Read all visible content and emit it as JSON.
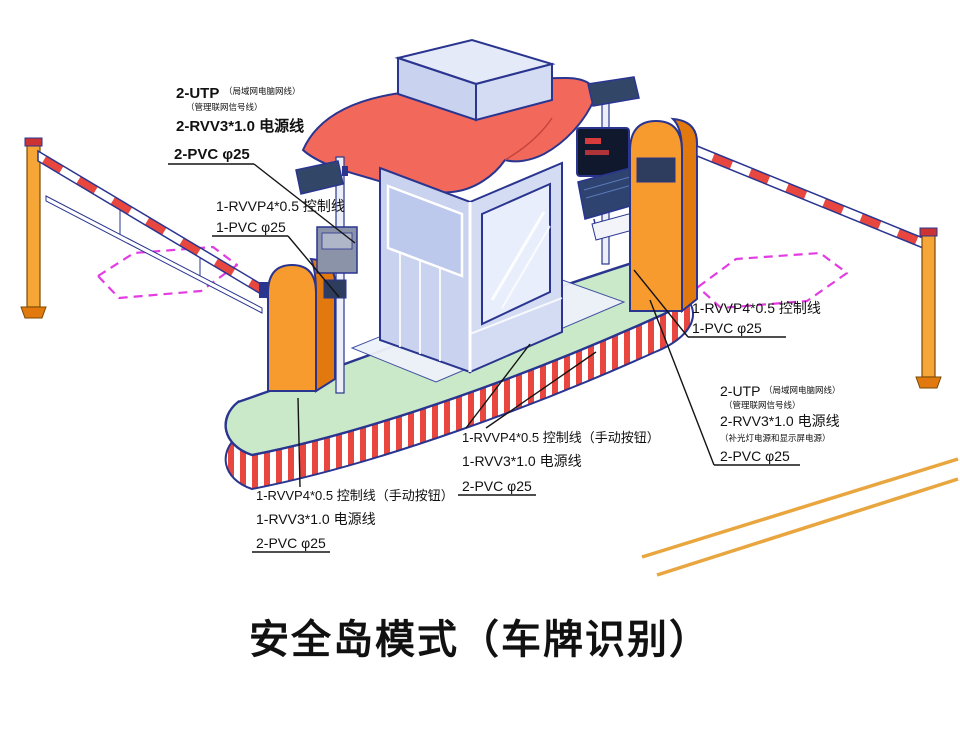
{
  "title": "安全岛模式（车牌识别）",
  "labels": {
    "top_left": {
      "utp": "2-UTP",
      "utp_note1": "（局域网电脑网线）",
      "utp_note2": "（管理联网信号线）",
      "power": "2-RVV3*1.0 电源线",
      "conduit": "2-PVC φ25"
    },
    "left_mid": {
      "control": "1-RVVP4*0.5 控制线",
      "conduit": "1-PVC φ25"
    },
    "right_mid": {
      "control": "1-RVVP4*0.5 控制线",
      "conduit": "1-PVC φ25"
    },
    "right_lower": {
      "utp": "2-UTP",
      "utp_note1": "（局域网电脑网线）",
      "utp_note2": "（管理联网信号线）",
      "power": "2-RVV3*1.0 电源线",
      "power_note": "（补光灯电源和显示屏电源）",
      "conduit": "2-PVC φ25"
    },
    "center_bottom": {
      "control": "1-RVVP4*0.5 控制线（手动按钮）",
      "power": "1-RVV3*1.0 电源线",
      "conduit": "2-PVC φ25"
    },
    "left_bottom": {
      "control": "1-RVVP4*0.5 控制线（手动按钮）",
      "power": "1-RVV3*1.0 电源线",
      "conduit": "2-PVC φ25"
    }
  },
  "colors": {
    "outline_navy": "#2a3590",
    "machine_orange": "#f79b2e",
    "machine_orange_dark": "#e2790f",
    "roof_red": "#f2695c",
    "island_green": "#c9e9c8",
    "stripe_red": "#e8473f",
    "loop_magenta": "#e23ce2",
    "road_yellow": "#e9a63e"
  }
}
